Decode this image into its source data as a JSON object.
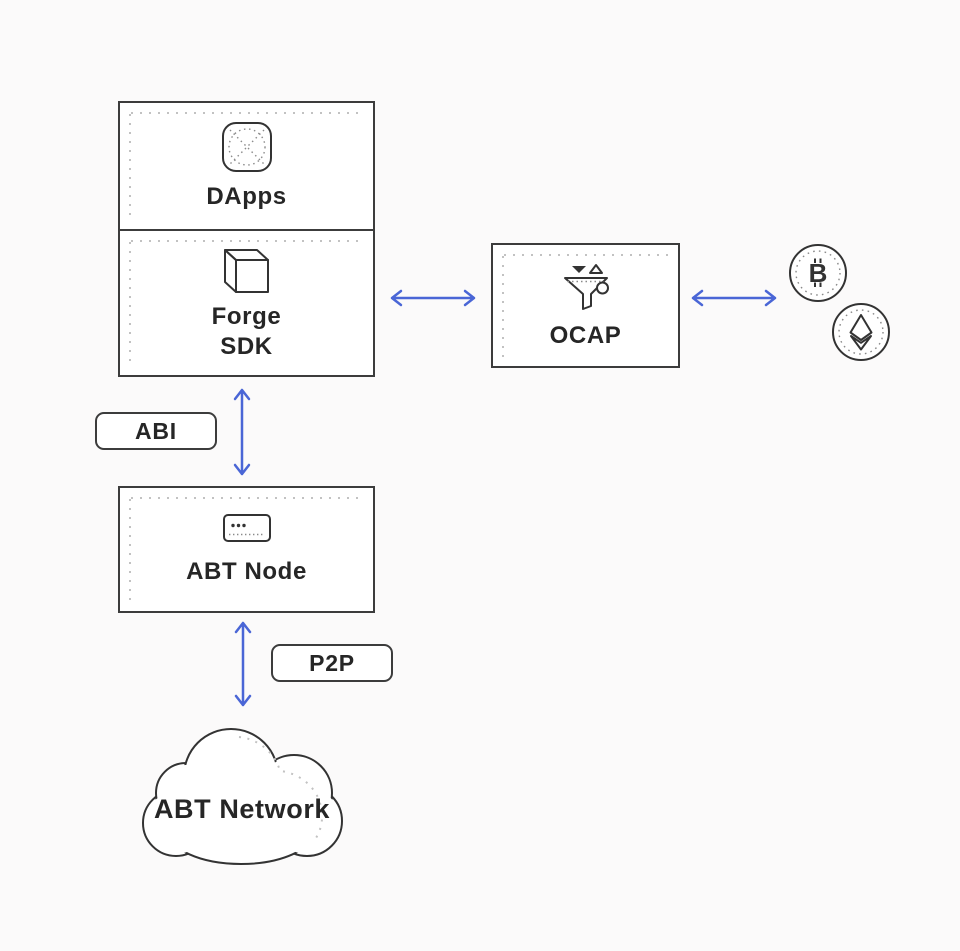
{
  "colors": {
    "background": "#fbfafa",
    "box_border": "#3c3c3c",
    "ink": "#333333",
    "text": "#262626",
    "arrow": "#4a66d6",
    "dotted": "#c2c2c2"
  },
  "nodes": {
    "dapps": {
      "label": "DApps",
      "icon": "app-grid-icon"
    },
    "forge_sdk": {
      "label": "Forge\nSDK",
      "icon": "cube-icon"
    },
    "ocap": {
      "label": "OCAP",
      "icon": "funnel-icon"
    },
    "abt_node": {
      "label": "ABT Node",
      "icon": "server-icon"
    },
    "abt_network": {
      "label": "ABT Network",
      "icon": "cloud-shape"
    },
    "bitcoin": {
      "symbol": "B",
      "icon": "bitcoin-coin-icon"
    },
    "ethereum": {
      "icon": "ethereum-coin-icon"
    }
  },
  "edge_labels": {
    "abi": "ABI",
    "p2p": "P2P"
  },
  "edges": [
    {
      "from": "Forge SDK",
      "to": "OCAP",
      "type": "bidirectional",
      "label": ""
    },
    {
      "from": "OCAP",
      "to": "Bitcoin / Ethereum",
      "type": "bidirectional",
      "label": ""
    },
    {
      "from": "Forge SDK",
      "to": "ABT Node",
      "type": "bidirectional",
      "label": "ABI"
    },
    {
      "from": "ABT Node",
      "to": "ABT Network",
      "type": "bidirectional",
      "label": "P2P"
    }
  ]
}
